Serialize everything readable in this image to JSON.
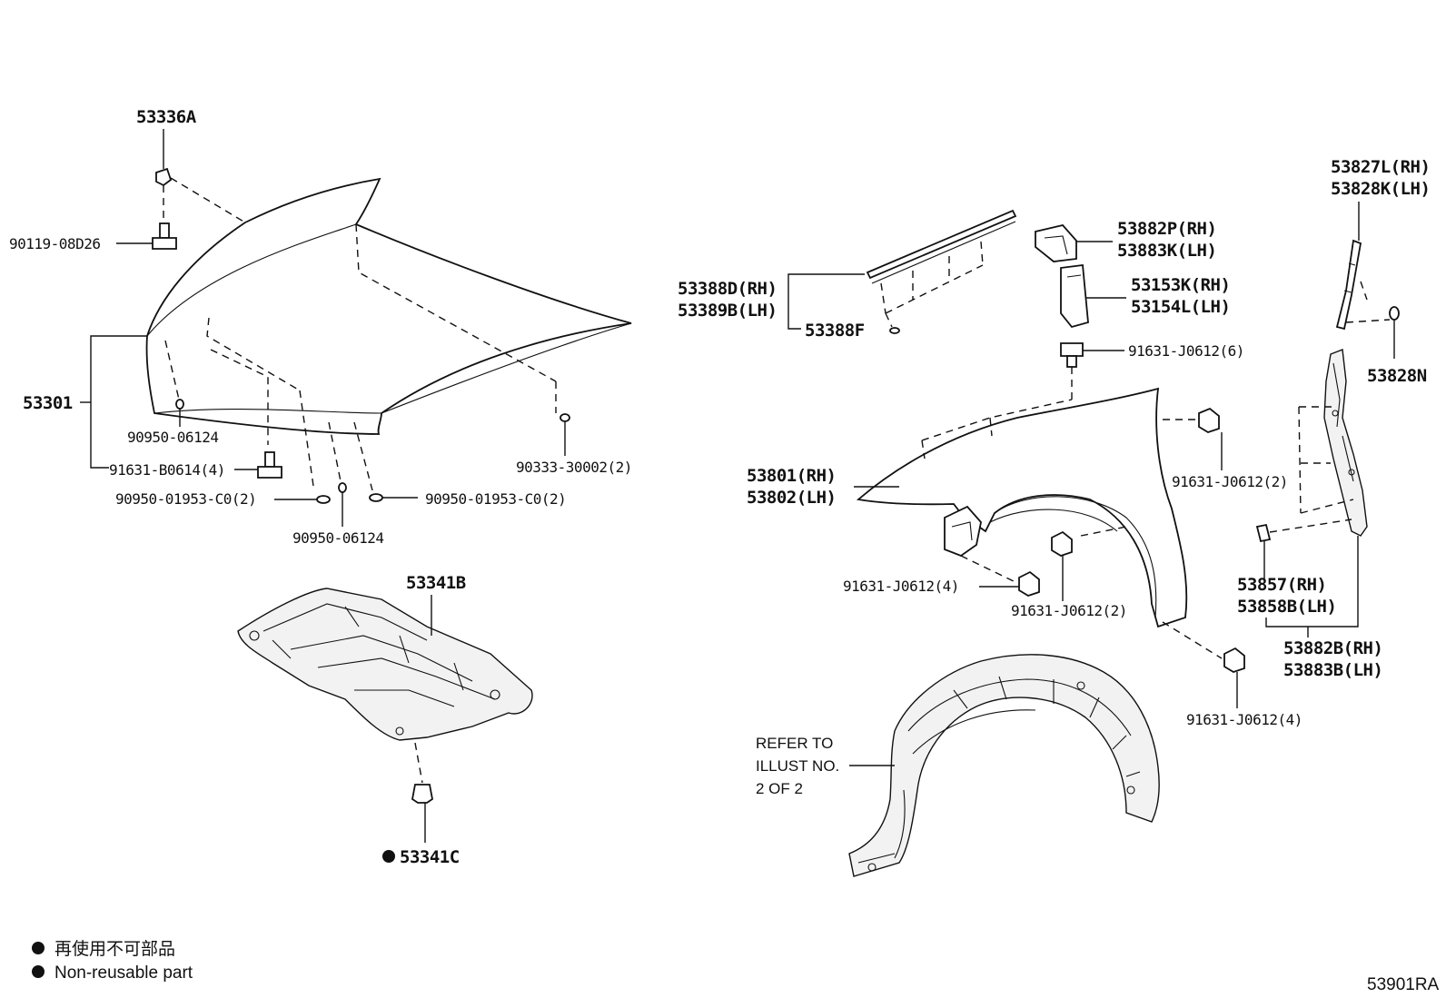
{
  "parts": {
    "hood_cushion": "53336A",
    "hood_bolt": "90119-08D26",
    "hood": "53301",
    "hood_plug_left": "90950-06124",
    "hood_bolt_lower": "91631-B0614(4)",
    "hood_plug_c0_left": "90950-01953-C0(2)",
    "hood_plug_center": "90950-06124",
    "hood_plug_c0_right": "90950-01953-C0(2)",
    "hood_clip_right": "90333-30002(2)",
    "hood_insulator": "53341B",
    "insulator_clip": "53341C",
    "seal_rh": "53388D(RH)",
    "seal_lh": "53389B(LH)",
    "seal_clip": "53388F",
    "bracket_top_rh": "53882P(RH)",
    "bracket_top_lh": "53883K(LH)",
    "pad_rh": "53153K(RH)",
    "pad_lh": "53154L(LH)",
    "fender_bolt_top": "91631-J0612(6)",
    "fender_rh": "53801(RH)",
    "fender_lh": "53802(LH)",
    "fender_bolt_right": "91631-J0612(2)",
    "fender_bolt_left": "91631-J0612(4)",
    "fender_bolt_mid": "91631-J0612(2)",
    "fender_bolt_lower": "91631-J0612(4)",
    "rear_seal_rh": "53827L(RH)",
    "rear_seal_lh": "53828K(LH)",
    "rear_clip": "53828N",
    "rear_pad_rh": "53857(RH)",
    "rear_pad_lh": "53858B(LH)",
    "rear_bracket_rh": "53882B(RH)",
    "rear_bracket_lh": "53883B(LH)"
  },
  "refer_note": [
    "REFER TO",
    "ILLUST NO.",
    "2 OF 2"
  ],
  "legend": {
    "line1": "再使用不可部品",
    "line2": "Non-reusable part"
  },
  "diagram_code": "53901RA"
}
